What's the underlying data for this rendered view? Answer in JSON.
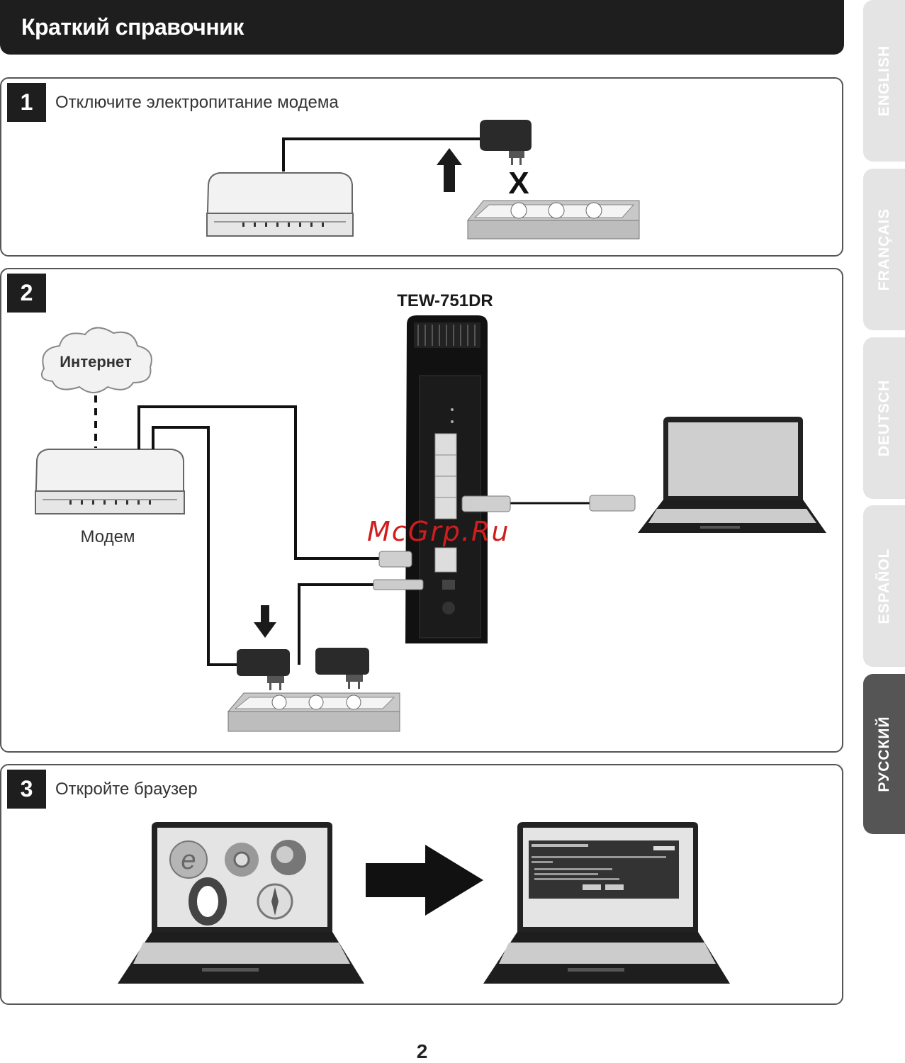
{
  "header": {
    "title": "Краткий справочник"
  },
  "steps": [
    {
      "number": "1",
      "text": "Отключите электропитание модема"
    },
    {
      "number": "2",
      "text": ""
    },
    {
      "number": "3",
      "text": "Откройте браузер"
    }
  ],
  "diagram": {
    "device_model": "TEW-751DR",
    "cloud_label": "Интернет",
    "modem_label": "Модем",
    "unplug_mark": "X"
  },
  "language_tabs": [
    {
      "label": "ENGLISH",
      "active": false
    },
    {
      "label": "FRANÇAIS",
      "active": false
    },
    {
      "label": "DEUTSCH",
      "active": false
    },
    {
      "label": "ESPAÑOL",
      "active": false
    },
    {
      "label": "РУССКИЙ",
      "active": true
    }
  ],
  "watermark": "McGrp.Ru",
  "page_number": "2",
  "colors": {
    "header_bg": "#1e1e1e",
    "active_tab": "#555555",
    "inactive_tab": "#e4e4e4",
    "watermark": "#d01d1d"
  }
}
